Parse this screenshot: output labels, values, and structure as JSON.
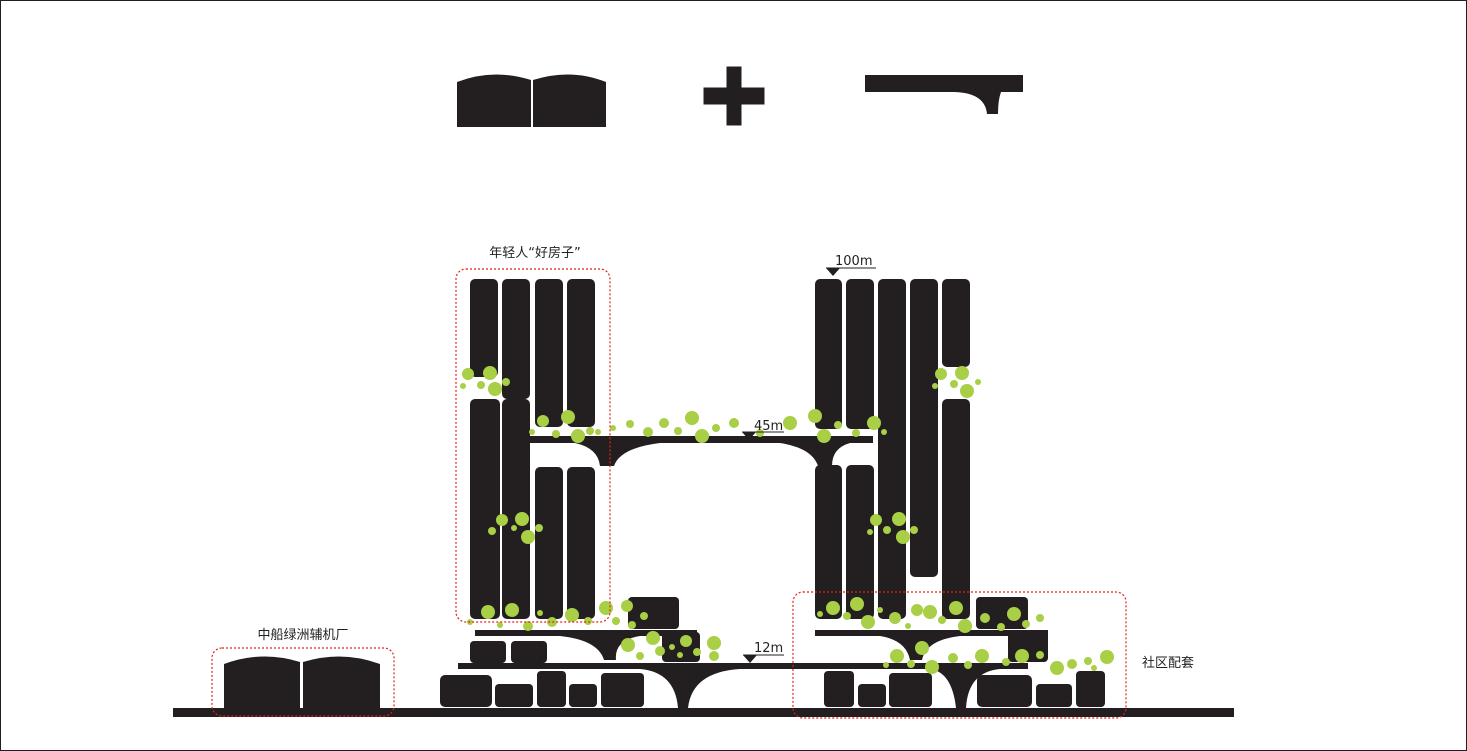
{
  "labels": {
    "youth_housing": "年轻人“好房子”",
    "factory": "中船绿洲辅机厂",
    "community": "社区配套",
    "height_top": "100m",
    "height_bridge": "45m",
    "height_low": "12m"
  },
  "colors": {
    "building": "#231f20",
    "greenery": "#a8cf45",
    "outline": "#e2231a",
    "background": "#ffffff"
  }
}
